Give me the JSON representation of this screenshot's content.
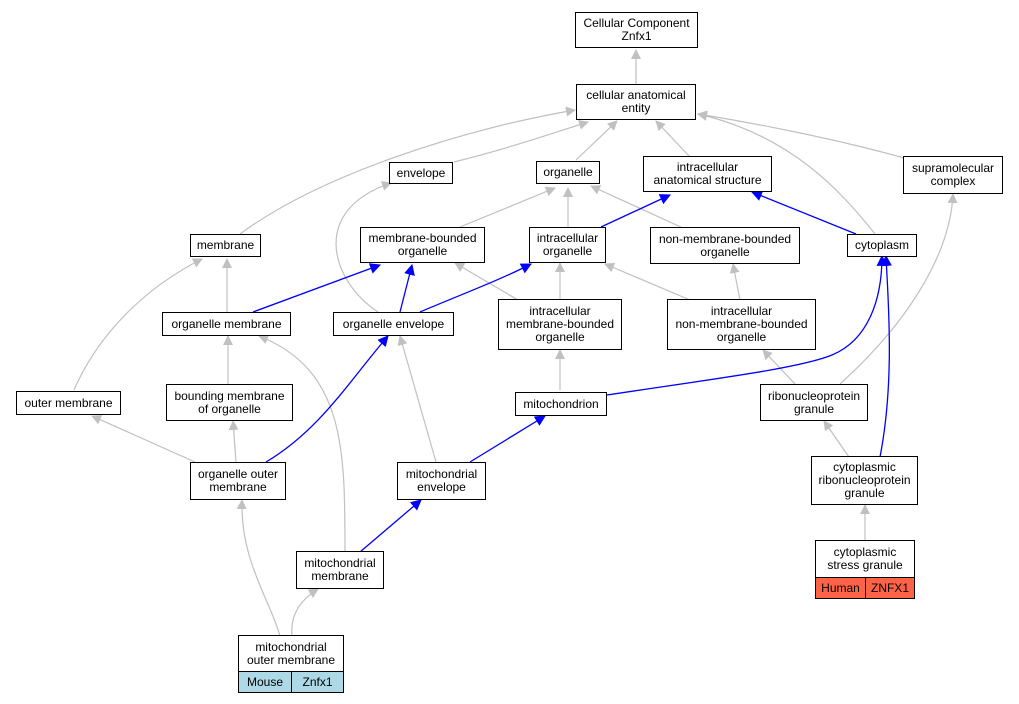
{
  "colors": {
    "grey_edge": "#c0c0c0",
    "blue_edge": "#0000ff",
    "mouse_tag": "#add8e6",
    "human_tag": "#ff6347"
  },
  "nodes": {
    "root": [
      "Cellular Component",
      "Znfx1"
    ],
    "cae": [
      "cellular anatomical",
      "entity"
    ],
    "envelope": [
      "envelope"
    ],
    "organelle": [
      "organelle"
    ],
    "ias": [
      "intracellular",
      "anatomical structure"
    ],
    "supra": [
      "supramolecular",
      "complex"
    ],
    "membrane": [
      "membrane"
    ],
    "mbo": [
      "membrane-bounded",
      "organelle"
    ],
    "io": [
      "intracellular",
      "organelle"
    ],
    "nmbo": [
      "non-membrane-bounded",
      "organelle"
    ],
    "cyto": [
      "cytoplasm"
    ],
    "om": [
      "organelle membrane"
    ],
    "oe": [
      "organelle envelope"
    ],
    "imbo": [
      "intracellular",
      "membrane-bounded",
      "organelle"
    ],
    "inmbo": [
      "intracellular",
      "non-membrane-bounded",
      "organelle"
    ],
    "outer": [
      "outer membrane"
    ],
    "bmo": [
      "bounding membrane",
      "of organelle"
    ],
    "mito": [
      "mitochondrion"
    ],
    "rnp": [
      "ribonucleoprotein",
      "granule"
    ],
    "oom": [
      "organelle outer",
      "membrane"
    ],
    "menv": [
      "mitochondrial",
      "envelope"
    ],
    "crnp": [
      "cytoplasmic",
      "ribonucleoprotein",
      "granule"
    ],
    "mm": [
      "mitochondrial",
      "membrane"
    ],
    "csg": [
      "cytoplasmic",
      "stress granule"
    ],
    "mom": [
      "mitochondrial",
      "outer membrane"
    ]
  },
  "annotations": {
    "mouse": {
      "species": "Mouse",
      "gene": "Znfx1"
    },
    "human": {
      "species": "Human",
      "gene": "ZNFX1"
    }
  }
}
